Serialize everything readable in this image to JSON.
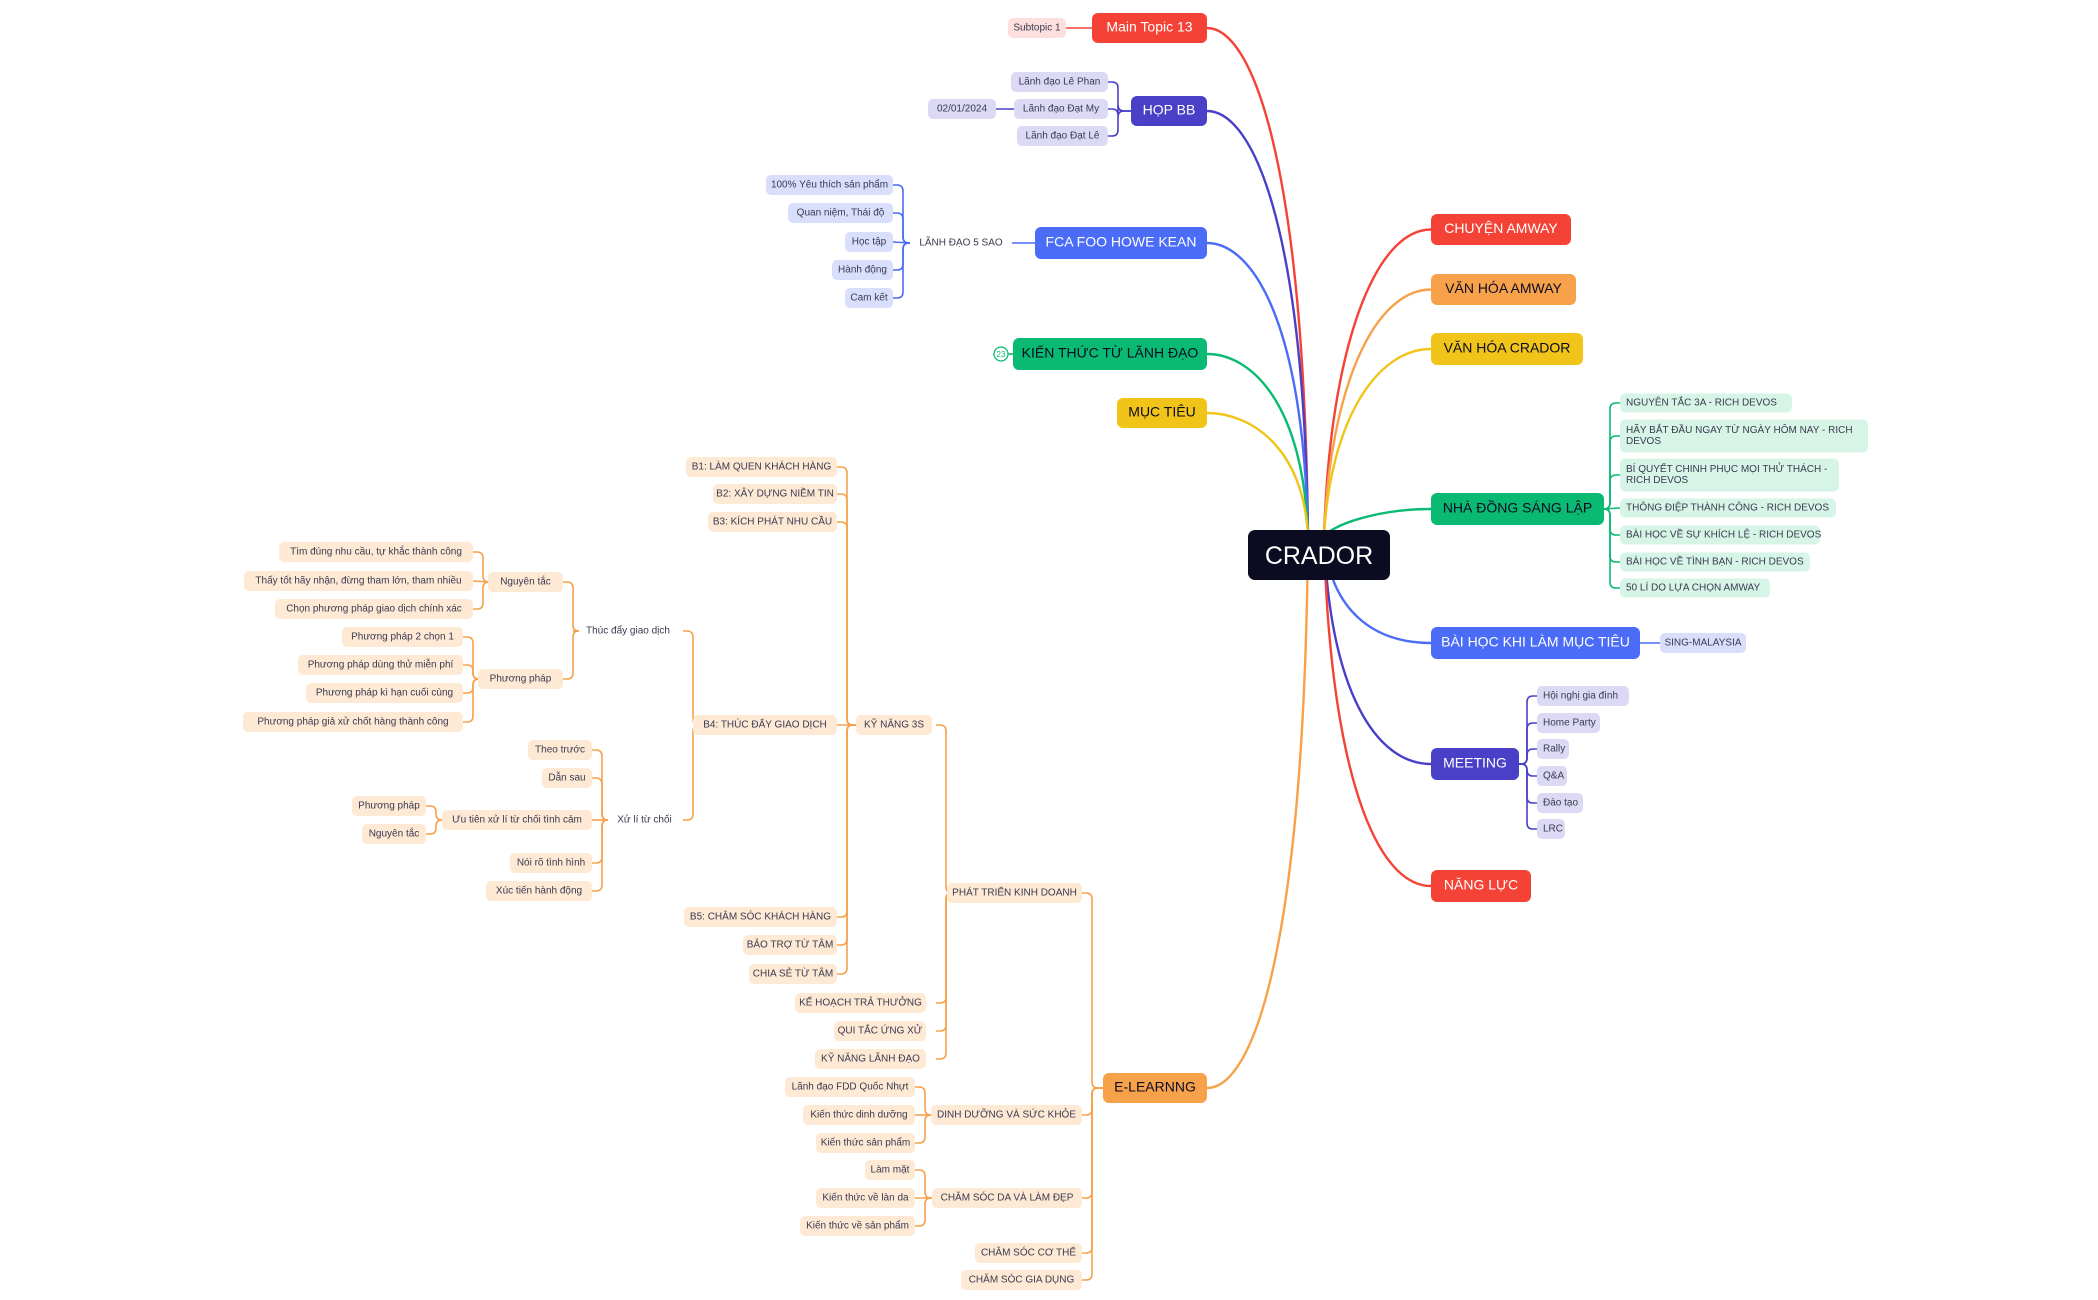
{
  "map": {
    "root": "CRADOR",
    "colors": {
      "root": "#0b0b22",
      "red": "#f44336",
      "indigo": "#4a40c8",
      "blue": "#4a6cf7",
      "green": "#0aba73",
      "yellow": "#f0c419",
      "orange": "#f7a24b",
      "blueSoft": "#d9defc",
      "indigoSoft": "#dcd9f4",
      "greenSoft": "#d6f5e6",
      "redSoft": "#fde0dd",
      "orangeSoft": "#fde9d4",
      "text": "#3a3a50"
    },
    "main_topics": {
      "main13": "Main Topic 13",
      "hopbb": "HỌP BB",
      "fca": "FCA FOO HOWE KEAN",
      "kienthuc": "KIẾN THỨC TỪ LÃNH ĐẠO",
      "muctieu": "MỤC TIÊU",
      "elearning": "E-LEARNNG",
      "chuyen": "CHUYỆN AMWAY",
      "vhamway": "VĂN HÓA AMWAY",
      "vhcrador": "VĂN HÓA CRADOR",
      "nhadong": "NHÀ ĐỒNG SÁNG LẬP",
      "baihoc": "BÀI HỌC KHI LÀM MỤC TIÊU",
      "meeting": "MEETING",
      "nangluc": "NĂNG LỰC"
    },
    "collapsed_count": "23",
    "main13": {
      "subtopic": "Subtopic 1"
    },
    "hopbb": {
      "date": "02/01/2024",
      "items": [
        "Lãnh đạo Lê Phan",
        "Lãnh đạo Đạt My",
        "Lãnh đạo Đạt Lê"
      ]
    },
    "fca": {
      "sub": "LÃNH ĐẠO 5 SAO",
      "items": [
        "100% Yêu thích sản phẩm",
        "Quan niệm, Thái độ",
        "Học tập",
        "Hành động",
        "Cam kết"
      ]
    },
    "nhadong": {
      "items": [
        [
          "NGUYÊN TẮC 3A - RICH DEVOS"
        ],
        [
          "HÃY BẮT ĐẦU NGAY TỪ NGÀY HÔM NAY - RICH",
          "DEVOS"
        ],
        [
          "BÍ QUYẾT CHINH PHỤC MỌI THỬ THÁCH -",
          "RICH DEVOS"
        ],
        [
          "THÔNG ĐIỆP THÀNH CÔNG - RICH DEVOS"
        ],
        [
          "BÀI HỌC VỀ SỰ KHÍCH LỆ - RICH DEVOS"
        ],
        [
          "BÀI HỌC VỀ TÌNH BẠN - RICH DEVOS"
        ],
        [
          "50 LÍ DO LỰA CHỌN AMWAY"
        ]
      ]
    },
    "baihoc": {
      "items": [
        "SING-MALAYSIA"
      ]
    },
    "meeting": {
      "items": [
        "Hội nghị gia đình",
        "Home Party",
        "Rally",
        "Q&A",
        "Đào tạo",
        "LRC"
      ]
    },
    "elearning": {
      "kynang3s": {
        "label": "KỸ NĂNG 3S",
        "b1": "B1: LÀM QUEN KHÁCH HÀNG",
        "b2": "B2: XÂY DỰNG NIỀM TIN",
        "b3": "B3: KÍCH PHÁT NHU CẦU",
        "b4": {
          "label": "B4: THÚC ĐẨY GIAO DỊCH",
          "thucday": {
            "label": "Thúc đẩy giao dịch",
            "nguyentac": {
              "label": "Nguyên tắc",
              "items": [
                "Tìm đúng nhu cầu, tự khắc thành công",
                "Thấy tốt hãy nhận, đừng tham lớn, tham nhiều",
                "Chọn phương pháp giao dịch chính xác"
              ]
            },
            "phuongphap": {
              "label": "Phương pháp",
              "items": [
                "Phương pháp 2 chọn 1",
                "Phương pháp dùng thử miễn phí",
                "Phương pháp kì hạn cuối cùng",
                "Phương pháp giả xử chốt hàng thành công"
              ]
            }
          },
          "xuli": {
            "label": "Xử lí từ chối",
            "theotruoc": "Theo trước",
            "dansau": "Dẫn sau",
            "uutien": {
              "label": "Ưu tiên xử lí từ chối tình cảm",
              "items": [
                "Phương pháp",
                "Nguyên tắc"
              ]
            },
            "noiro": "Nói rõ tình hình",
            "xuctien": "Xúc tiến hành động"
          }
        },
        "b5": "B5: CHĂM SÓC KHÁCH HÀNG",
        "baotro": "BẢO TRỢ TỪ TÂM",
        "chiase": "CHIA SẺ TỪ TÂM"
      },
      "ptkd": {
        "label": "PHÁT TRIỂN KINH DOANH",
        "items": [
          "KẾ HOẠCH TRẢ THƯỞNG",
          "QUI TẮC ỨNG XỬ",
          "KỸ NĂNG LÃNH ĐẠO"
        ]
      },
      "dinhduong": {
        "label": "DINH DƯỠNG VÀ SỨC KHỎE",
        "items": [
          "Lãnh đạo FDD Quốc Nhựt",
          "Kiến thức dinh dưỡng",
          "Kiến thức sản phẩm"
        ]
      },
      "chamsocda": {
        "label": "CHĂM SÓC DA VÀ LÀM ĐẸP",
        "items": [
          "Làm mặt",
          "Kiến thức về làn da",
          "Kiến thức về sản phẩm"
        ]
      },
      "cocothe": "CHĂM SÓC CƠ THỂ",
      "giadung": "CHĂM SÓC GIA DỤNG"
    }
  }
}
